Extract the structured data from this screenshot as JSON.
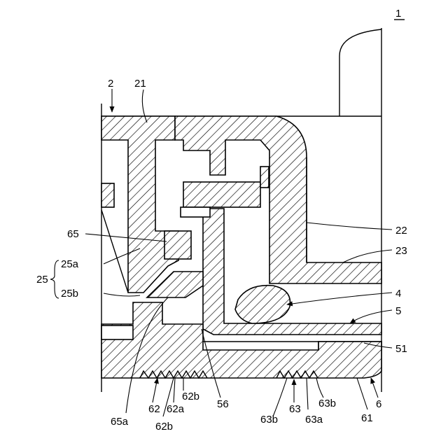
{
  "figure": {
    "number": "1",
    "labels": {
      "l2": "2",
      "l21": "21",
      "l22": "22",
      "l23": "23",
      "l4": "4",
      "l5": "5",
      "l51": "51",
      "l6": "6",
      "l61": "61",
      "l25": "25",
      "l25a": "25a",
      "l25b": "25b",
      "l65": "65",
      "l65a": "65a",
      "l62": "62",
      "l62a": "62a",
      "l62b_upper": "62b",
      "l62b_lower": "62b",
      "l56": "56",
      "l63": "63",
      "l63a": "63a",
      "l63b_left": "63b",
      "l63b_right": "63b"
    }
  }
}
